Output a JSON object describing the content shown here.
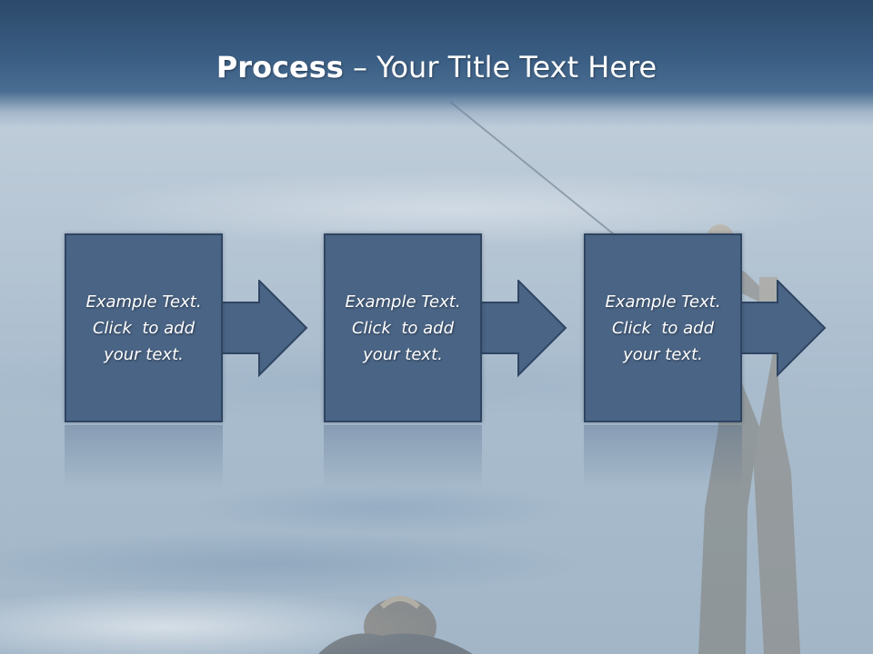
{
  "slide": {
    "title_bold": "Process",
    "title_rest": " – Your Title Text Here"
  },
  "steps": [
    {
      "line1": "Example Text.",
      "line2": "Click  to add",
      "line3": "your text."
    },
    {
      "line1": "Example Text.",
      "line2": "Click  to add",
      "line3": "your text."
    },
    {
      "line1": "Example Text.",
      "line2": "Click  to add",
      "line3": "your text."
    }
  ],
  "colors": {
    "header": "#3a5d83",
    "box_fill": "#4a6485",
    "box_border": "#2f4562",
    "text": "#ffffff"
  },
  "icons": {
    "arrow": "right-arrow-icon"
  }
}
